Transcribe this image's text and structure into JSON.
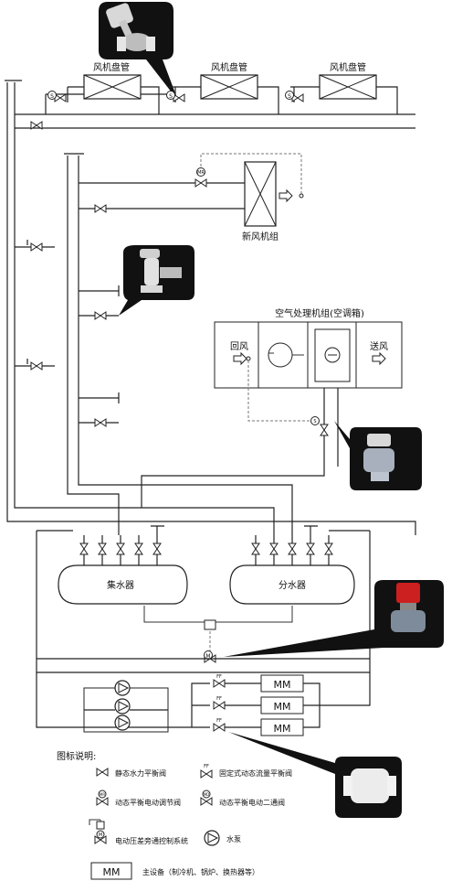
{
  "units": {
    "fan_coil_label": "风机盘管",
    "fresh_air_unit_label": "新风机组",
    "ahu_title": "空气处理机组(空调箱)",
    "return_air_label": "回风",
    "supply_air_label": "送风",
    "collector_label": "集水器",
    "distributor_label": "分水器",
    "main_equipment_label": "MM"
  },
  "valve_tags": {
    "static": "S",
    "fixed": "FF",
    "motorized": "MR",
    "motor": "M"
  },
  "legend": {
    "title": "图标说明:",
    "static_balance_valve": "静态水力平衡阀",
    "fixed_flow_valve": "固定式动态流量平衡阀",
    "dynamic_electric_regulating_valve": "动态平衡电动调节阀",
    "dynamic_electric_two_way_valve": "动态平衡电动二通阀",
    "bypass_control_system": "电动压差旁通控制系统",
    "pump": "水泵",
    "main_equipment_box": "MM",
    "main_equipment": "主设备（制冷机、锅炉、换热器等）",
    "tag_fixed": "FF",
    "tag_regulating": "MR",
    "tag_two_way": "MD",
    "tag_motor": "M"
  },
  "colors": {
    "pipe": "#222222",
    "photo_bg": "#111111",
    "photo_tip_bg": "#181818",
    "valve_photo_red": "#cc1f1f"
  }
}
